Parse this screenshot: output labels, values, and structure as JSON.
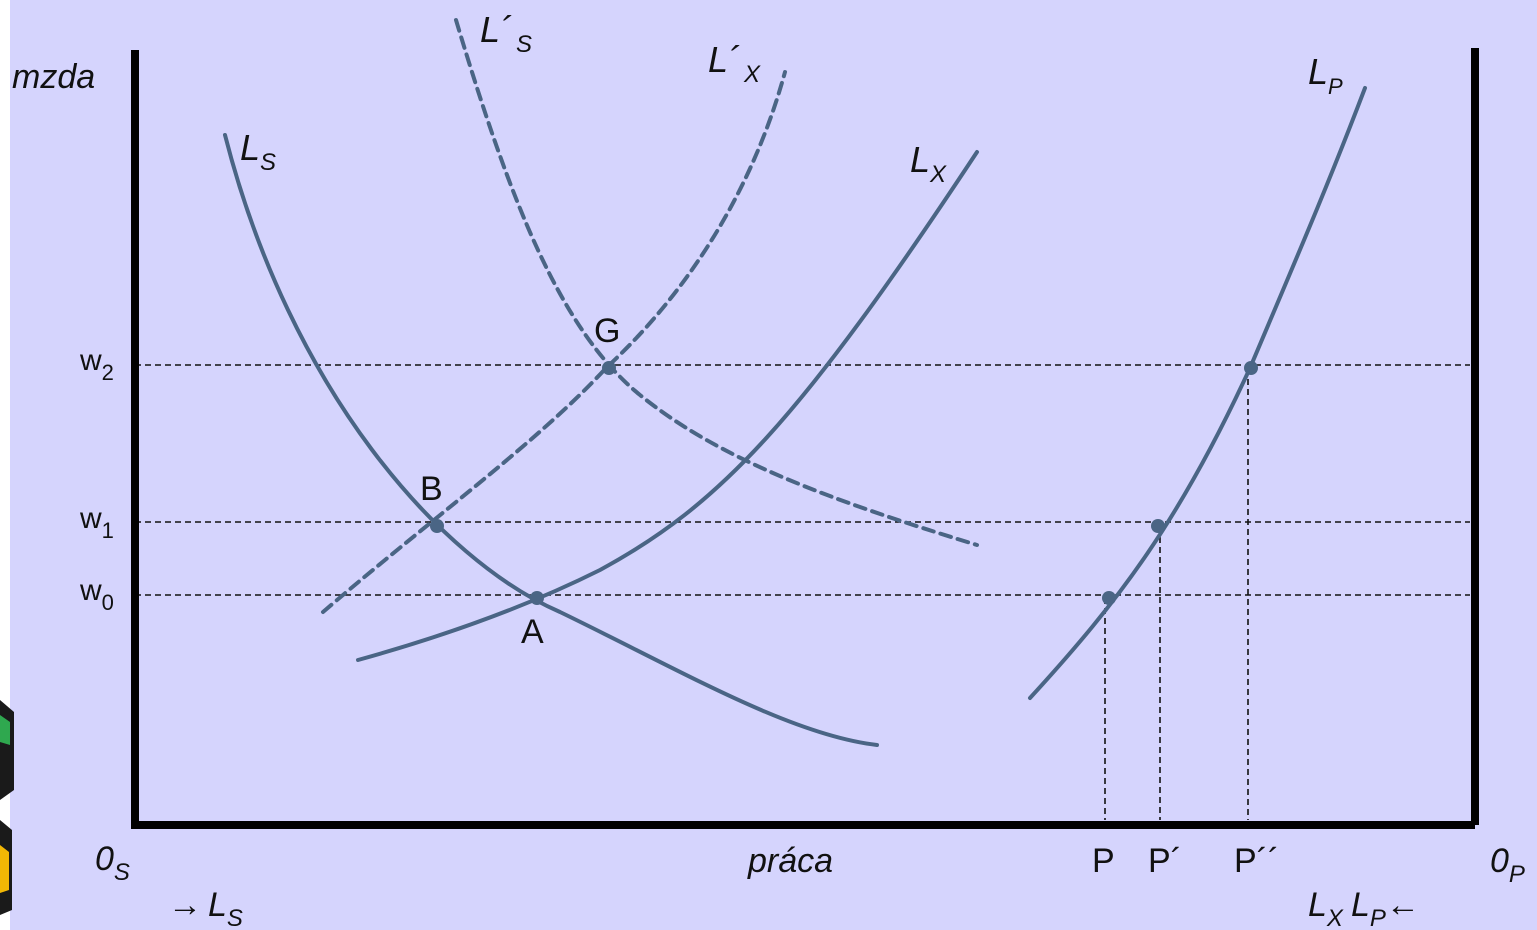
{
  "colors": {
    "background": "#d5d4fd",
    "curve": "#4a6585",
    "axis": "#000000",
    "guide": "#111111"
  },
  "axes": {
    "y_label": "mzda",
    "x_label": "práca",
    "origin_left": {
      "base": "0",
      "sub": "S"
    },
    "origin_right": {
      "base": "0",
      "sub": "P"
    },
    "arrow_left": {
      "arrow": "→",
      "base": "L",
      "sub": "S"
    },
    "arrow_right": {
      "base1": "L",
      "sub1": "X",
      "base2": "L",
      "sub2": "P",
      "arrow": "←"
    }
  },
  "wage_levels": [
    {
      "base": "w",
      "sub": "2"
    },
    {
      "base": "w",
      "sub": "1"
    },
    {
      "base": "w",
      "sub": "0"
    }
  ],
  "quantity_ticks": [
    "P",
    "P´",
    "P´´"
  ],
  "curves": [
    {
      "base": "L",
      "sub": "S",
      "style": "solid"
    },
    {
      "base": "L",
      "sub": "X",
      "style": "solid"
    },
    {
      "base": "L´",
      "sub": "S",
      "style": "dashed"
    },
    {
      "base": "L´",
      "sub": "X",
      "style": "dashed"
    },
    {
      "base": "L",
      "sub": "P",
      "style": "solid"
    }
  ],
  "points": [
    "A",
    "B",
    "G"
  ]
}
